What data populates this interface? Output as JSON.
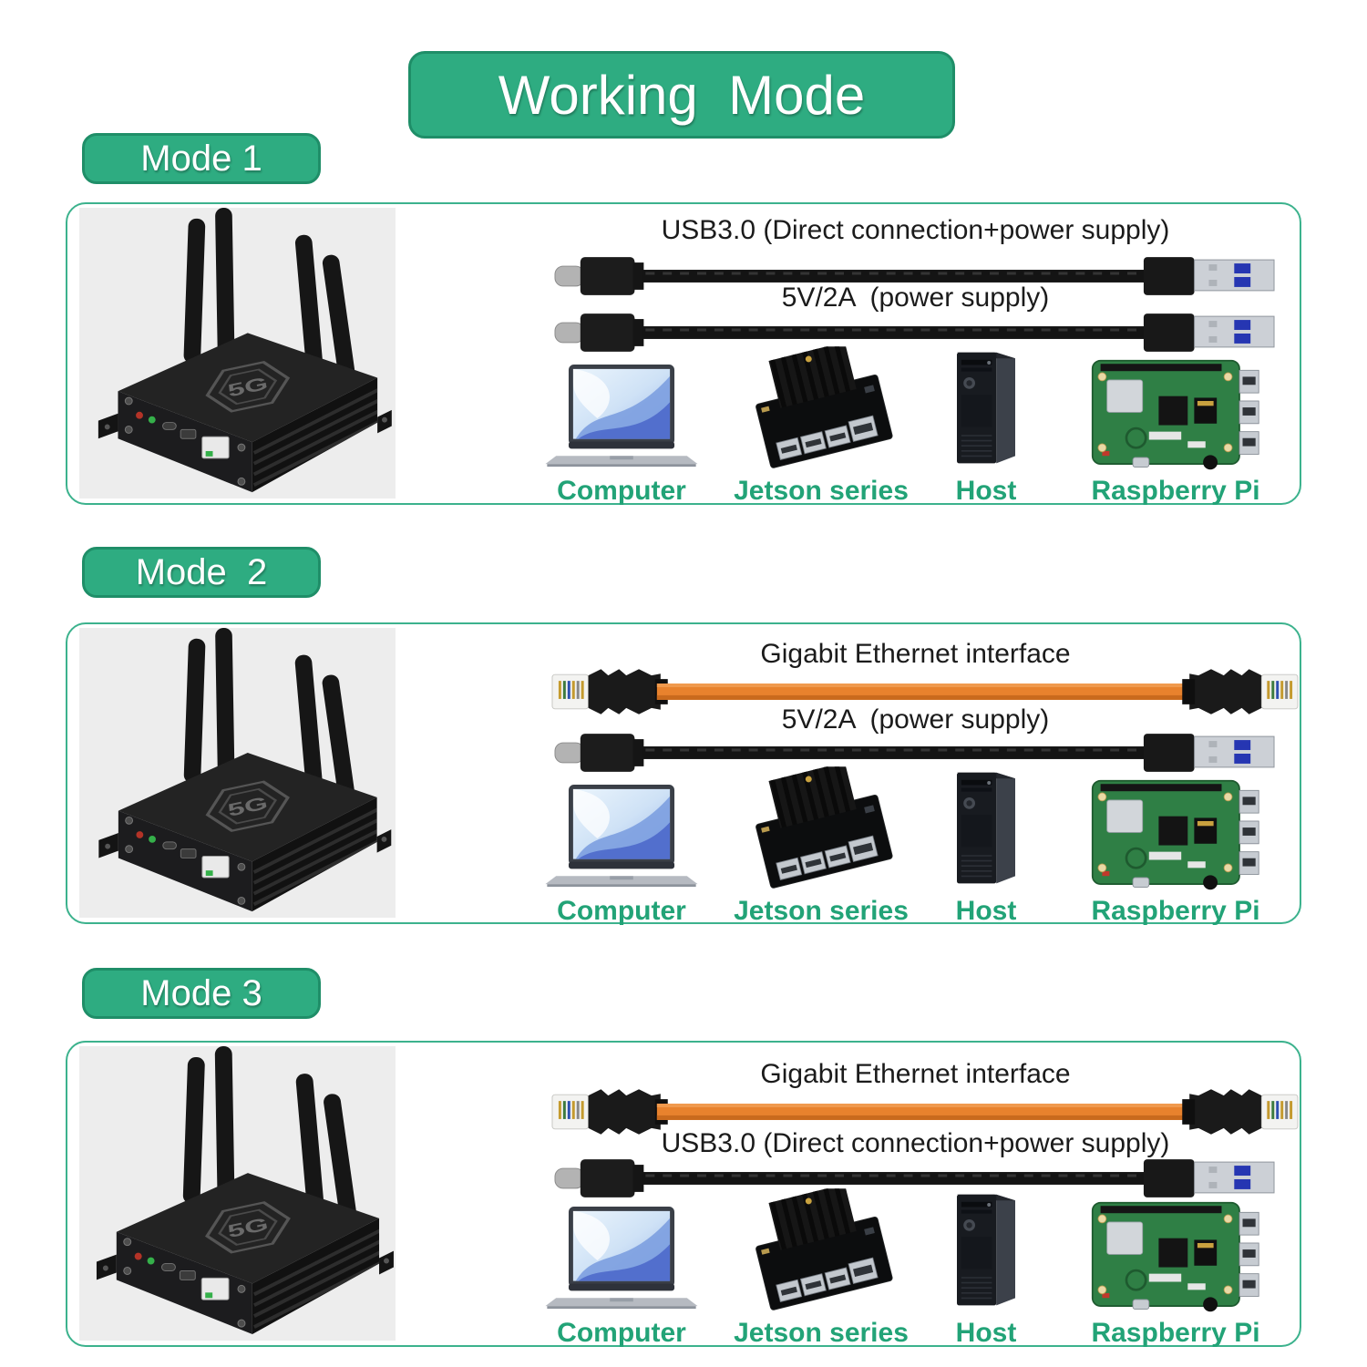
{
  "title": "Working  Mode",
  "colors": {
    "banner_green": "#2eac81",
    "badge_border_green": "#1f8e68",
    "box_border_green": "#3cb28d",
    "device_label_green": "#22a377",
    "ethernet_cable_orange": "#e8822d",
    "usb3_blue": "#2636b2",
    "cable_label_text": "#1b1b1b"
  },
  "modes": [
    {
      "label": "Mode 1",
      "router_icon": "5g-router-icon",
      "cables": [
        {
          "icon": "usb-cable-icon",
          "label": "USB3.0 (Direct connection+power supply)"
        },
        {
          "icon": "usb-cable-icon",
          "label": "5V/2A  (power supply)"
        }
      ],
      "devices": [
        {
          "icon": "laptop-icon",
          "label": "Computer"
        },
        {
          "icon": "jetson-board-icon",
          "label": "Jetson series"
        },
        {
          "icon": "host-tower-icon",
          "label": "Host"
        },
        {
          "icon": "raspberry-pi-icon",
          "label": "Raspberry Pi"
        }
      ]
    },
    {
      "label": "Mode  2",
      "router_icon": "5g-router-icon",
      "cables": [
        {
          "icon": "ethernet-cable-icon",
          "label": "Gigabit Ethernet interface"
        },
        {
          "icon": "usb-cable-icon",
          "label": "5V/2A  (power supply)"
        }
      ],
      "devices": [
        {
          "icon": "laptop-icon",
          "label": "Computer"
        },
        {
          "icon": "jetson-board-icon",
          "label": "Jetson series"
        },
        {
          "icon": "host-tower-icon",
          "label": "Host"
        },
        {
          "icon": "raspberry-pi-icon",
          "label": "Raspberry Pi"
        }
      ]
    },
    {
      "label": "Mode 3",
      "router_icon": "5g-router-icon",
      "cables": [
        {
          "icon": "ethernet-cable-icon",
          "label": "Gigabit Ethernet interface"
        },
        {
          "icon": "usb-cable-icon",
          "label": "USB3.0 (Direct connection+power supply)"
        }
      ],
      "devices": [
        {
          "icon": "laptop-icon",
          "label": "Computer"
        },
        {
          "icon": "jetson-board-icon",
          "label": "Jetson series"
        },
        {
          "icon": "host-tower-icon",
          "label": "Host"
        },
        {
          "icon": "raspberry-pi-icon",
          "label": "Raspberry Pi"
        }
      ]
    }
  ]
}
